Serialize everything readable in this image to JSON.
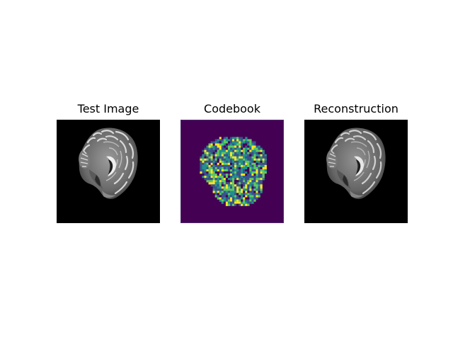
{
  "panels": [
    {
      "title": "Test Image",
      "image": "MRI brain slice",
      "background_color": "#000000"
    },
    {
      "title": "Codebook",
      "image": "codebook index map",
      "background_color": "#440154",
      "colormap": [
        "#440154",
        "#3b528b",
        "#21918c",
        "#5ec962",
        "#fde725"
      ]
    },
    {
      "title": "Reconstruction",
      "image": "reconstructed MRI brain slice",
      "background_color": "#000000"
    }
  ]
}
